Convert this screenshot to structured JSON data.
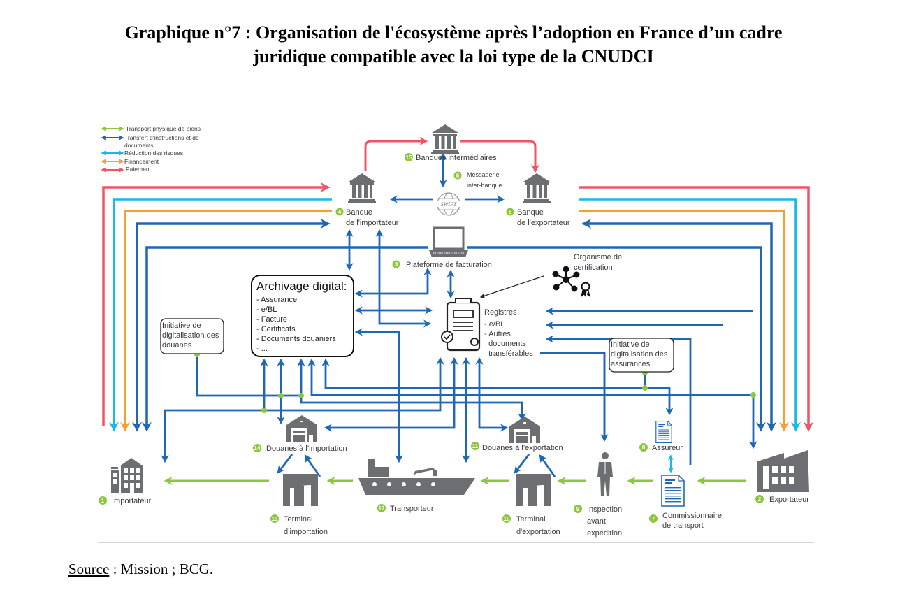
{
  "title": {
    "line1": "Graphique n°7 : Organisation de l'écosystème après l’adoption en France d’un cadre",
    "line2": "juridique compatible avec la loi type de la CNUDCI"
  },
  "source": {
    "label": "Source",
    "text": " : Mission ; BCG."
  },
  "colors": {
    "transport": "#8cc63f",
    "documents": "#1f67b4",
    "risques": "#1ab8e6",
    "financement": "#f7a031",
    "paiement": "#ee5566",
    "badge": "#8cc63f",
    "icon_gray": "#6d6e71"
  },
  "legend": [
    {
      "key": "transport",
      "label": "Transport physique de biens"
    },
    {
      "key": "documents",
      "label": "Transfert d'instructions et  de",
      "label2": "documents"
    },
    {
      "key": "risques",
      "label": "Réduction des risques"
    },
    {
      "key": "financement",
      "label": "Financement"
    },
    {
      "key": "paiement",
      "label": "Paiement"
    }
  ],
  "nodes": {
    "importateur": {
      "num": "1",
      "label": "Importateur",
      "icon": "building-icon"
    },
    "exportateur": {
      "num": "2",
      "label": "Exportateur",
      "icon": "factory-icon"
    },
    "plateforme": {
      "num": "3",
      "label": "Plateforme de facturation",
      "icon": "laptop-icon"
    },
    "banque_imp": {
      "num": "4",
      "label": "Banque",
      "label2": "de l'importateur",
      "icon": "bank-icon"
    },
    "banque_exp": {
      "num": "5",
      "label": "Banque",
      "label2": "de l'exportateur",
      "icon": "bank-icon"
    },
    "messagerie": {
      "num": "6",
      "label": "Messagerie",
      "label2": "inter-banque",
      "icon": "swift-globe-icon",
      "icon_text": "SWIFT"
    },
    "commissionnaire": {
      "num": "7",
      "label": "Commissionnaire",
      "label2": "de transport",
      "icon": "document-icon"
    },
    "assureur": {
      "num": "8",
      "label": "Assureur",
      "icon": "document-icon"
    },
    "inspection": {
      "num": "9",
      "label": "Inspection",
      "label2": "avant",
      "label3": "expédition",
      "icon": "inspector-icon"
    },
    "terminal_exp": {
      "num": "10",
      "label": "Terminal",
      "label2": "d'exportation",
      "icon": "terminal-icon"
    },
    "douanes_exp": {
      "num": "11",
      "label": "Douanes à l’exportation",
      "icon": "warehouse-icon"
    },
    "transporteur": {
      "num": "12",
      "label": "Transporteur",
      "icon": "ship-icon"
    },
    "terminal_imp": {
      "num": "13",
      "label": "Terminal",
      "label2": "d’importation",
      "icon": "terminal-icon"
    },
    "douanes_imp": {
      "num": "14",
      "label": "Douanes à l’importation",
      "icon": "warehouse-icon"
    },
    "banques_inter": {
      "num": "15",
      "label": "Banques intermédiaires",
      "icon": "bank-icon"
    },
    "certification": {
      "label": "Organisme de",
      "label2": "certification",
      "icon": "network-certificate-icon"
    }
  },
  "archivage": {
    "title": "Archivage digital:",
    "items": [
      "- Assurance",
      "- e/BL",
      "- Facture",
      "- Certificats",
      "- Documents douaniers",
      "- ..."
    ]
  },
  "registres": {
    "title": "Registres",
    "items": [
      "- e/BL",
      "- Autres",
      "  documents",
      "  transférables"
    ]
  },
  "initiative_douanes": {
    "lines": [
      "Initiative de",
      "digitalisation des",
      "douanes"
    ]
  },
  "initiative_assurances": {
    "lines": [
      "Initiative de",
      "digitalisation des",
      "assurances"
    ]
  }
}
